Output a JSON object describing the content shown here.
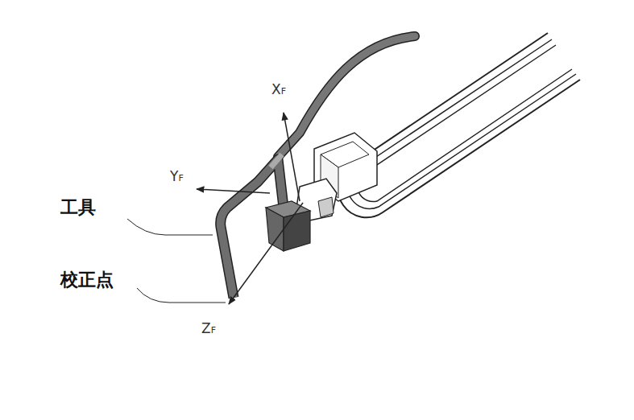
{
  "diagram": {
    "labels": [
      "XF",
      "YF",
      "工具",
      "校正点",
      "ZF"
    ]
  }
}
